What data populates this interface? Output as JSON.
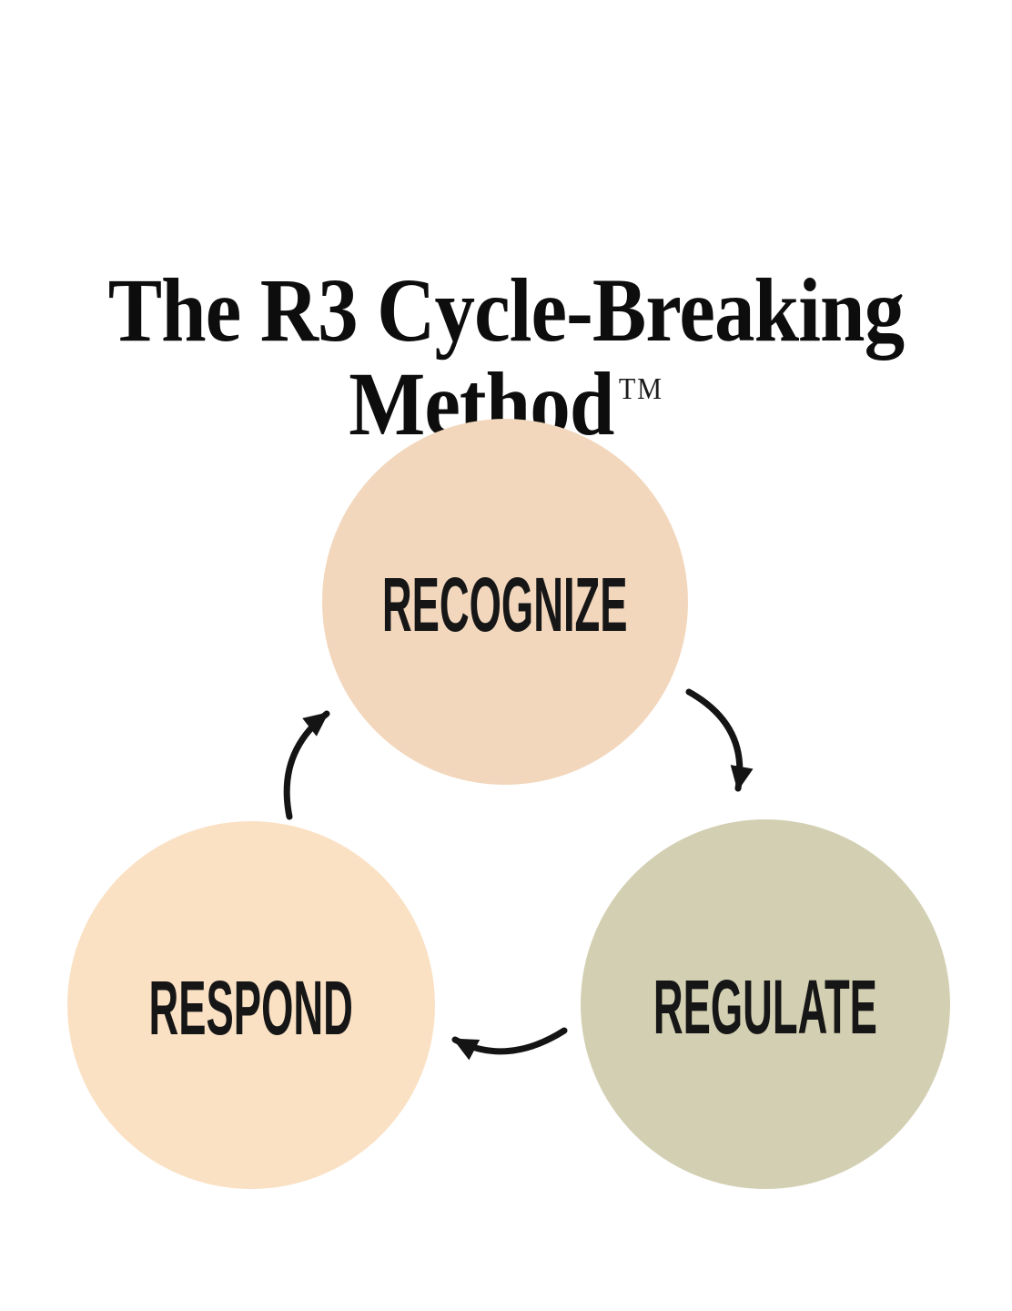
{
  "page": {
    "background": "#ffffff"
  },
  "title": {
    "line1": "The R3 Cycle-Breaking",
    "line2": "Method",
    "trademark": "TM",
    "color": "#0d0d0d"
  },
  "diagram": {
    "type": "cycle",
    "text_color": "#161616",
    "arrow_color": "#141414",
    "nodes": [
      {
        "id": "recognize",
        "label": "RECOGNIZE",
        "color": "#F2D7BD",
        "position": "top"
      },
      {
        "id": "regulate",
        "label": "REGULATE",
        "color": "#D3CFB2",
        "position": "bottom-right"
      },
      {
        "id": "respond",
        "label": "RESPOND",
        "color": "#FAE1C4",
        "position": "bottom-left"
      }
    ],
    "edges": [
      {
        "from": "recognize",
        "to": "regulate"
      },
      {
        "from": "regulate",
        "to": "respond"
      },
      {
        "from": "respond",
        "to": "recognize"
      }
    ]
  }
}
